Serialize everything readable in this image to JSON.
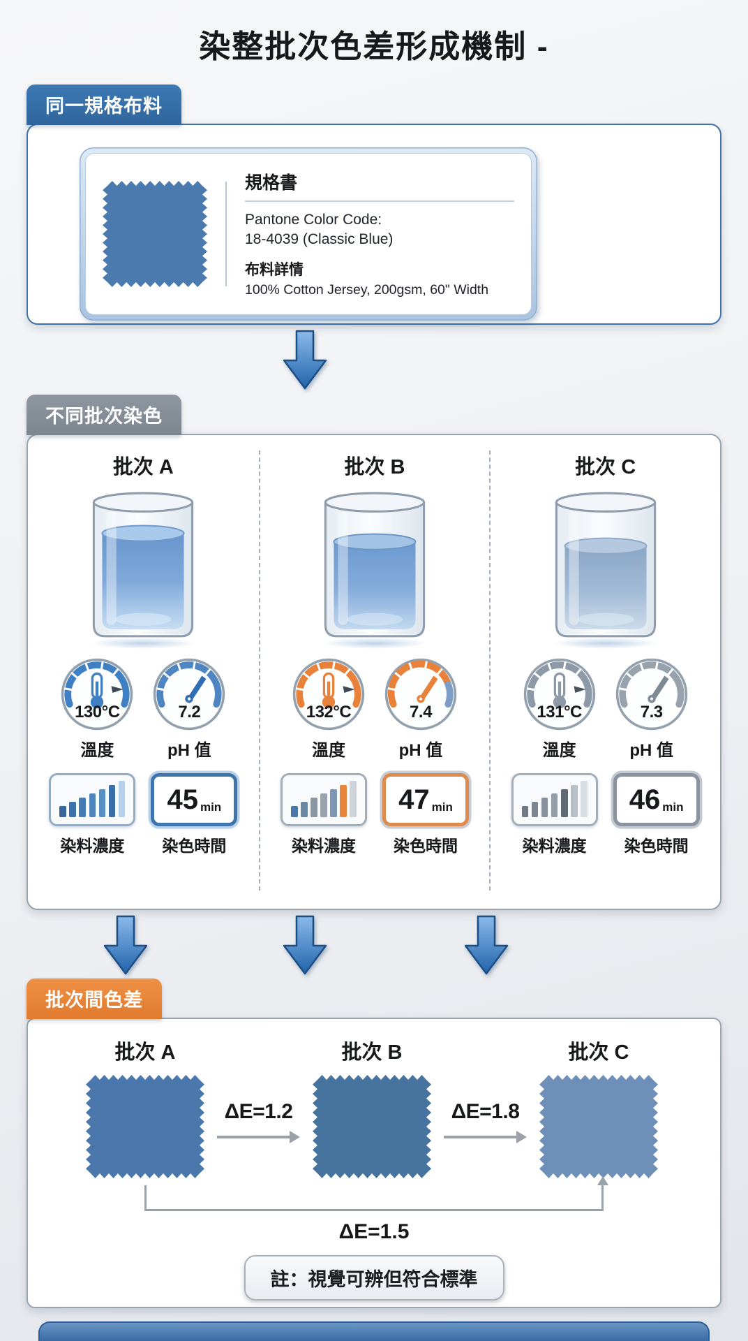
{
  "page": {
    "title": "染整批次色差形成機制 -",
    "background_color": "#eef0f3"
  },
  "section_fabric": {
    "label": "同一規格布料",
    "tab_color": "#3470ab",
    "swatch_color": "#4a7aae",
    "spec": {
      "heading": "規格書",
      "pantone_label": "Pantone Color Code:",
      "pantone_value": "18-4039 (Classic Blue)",
      "fabric_label": "布料詳情",
      "fabric_value": "100% Cotton Jersey, 200gsm, 60\" Width"
    }
  },
  "flow": {
    "arrow_color": "#2f6cb0"
  },
  "section_dyeing": {
    "label": "不同批次染色",
    "tab_color": "#878f99",
    "temp_label": "溫度",
    "ph_label": "pH 值",
    "dye_label": "染料濃度",
    "time_label": "染色時間",
    "units_min": "min",
    "batches": [
      {
        "name": "批次 A",
        "temp": "130°C",
        "ph": "7.2",
        "time": "45",
        "accent": "#3f80c4"
      },
      {
        "name": "批次 B",
        "temp": "132°C",
        "ph": "7.4",
        "time": "47",
        "accent": "#e8813a"
      },
      {
        "name": "批次 C",
        "temp": "131°C",
        "ph": "7.3",
        "time": "46",
        "accent": "#8d99a6"
      }
    ]
  },
  "section_delta": {
    "label": "批次間色差",
    "tab_color": "#e8863a",
    "batches": [
      {
        "name": "批次 A",
        "color": "#4a78ad"
      },
      {
        "name": "批次 B",
        "color": "#47739f"
      },
      {
        "name": "批次 C",
        "color": "#6d8fb8"
      }
    ],
    "delta_ab": "ΔE=1.2",
    "delta_bc": "ΔE=1.8",
    "delta_ac": "ΔE=1.5",
    "note": "註：視覺可辨但符合標準"
  }
}
